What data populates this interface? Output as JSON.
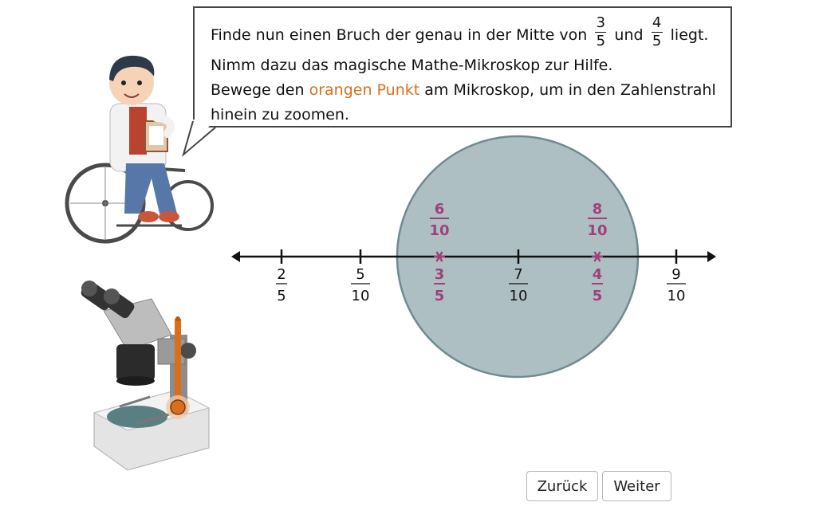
{
  "instructions": {
    "line1_before": "Finde nun einen Bruch der genau in der Mitte von",
    "frac_a": {
      "num": "3",
      "den": "5"
    },
    "between": "und",
    "frac_b": {
      "num": "4",
      "den": "5"
    },
    "line1_after": "liegt.",
    "line2": "Nimm dazu das magische Mathe-Mikroskop zur Hilfe.",
    "line3_before": "Bewege den",
    "line3_highlight": "orangen Punkt",
    "line3_after": "am Mikroskop, um in den Zahlenstrahl",
    "line4": "hinein zu zoomen."
  },
  "colors": {
    "accent_orange": "#d86f1d",
    "magenta": "#a0407a",
    "lens_fill": "#9fb4b8"
  },
  "number_line": {
    "ticks": [
      {
        "num": "2",
        "den": "5"
      },
      {
        "num": "5",
        "den": "10"
      },
      {
        "num": "7",
        "den": "10"
      },
      {
        "num": "9",
        "den": "10"
      }
    ],
    "highlight_below": [
      {
        "num": "3",
        "den": "5"
      },
      {
        "num": "4",
        "den": "5"
      }
    ],
    "highlight_above": [
      {
        "num": "6",
        "den": "10"
      },
      {
        "num": "8",
        "den": "10"
      }
    ]
  },
  "icons": {
    "character": "person-in-wheelchair-with-clipboard",
    "microscope": "microscope-icon",
    "handle": "orange-dot-handle"
  },
  "buttons": {
    "back": "Zurück",
    "next": "Weiter"
  }
}
